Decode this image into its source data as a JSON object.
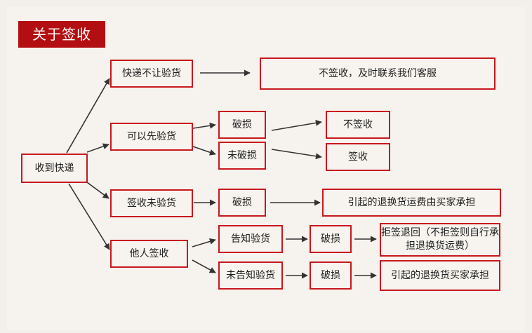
{
  "title": "关于签收",
  "nodes": {
    "root": "收到快递",
    "branch_no_inspect": "快递不让验货",
    "contact_service": "不签收，及时联系我们客服",
    "branch_inspect_first": "可以先验货",
    "damaged_1": "破损",
    "refuse_sign": "不签收",
    "not_damaged": "未破损",
    "sign": "签收",
    "branch_sign_no_inspect": "签收未验货",
    "damaged_2": "破损",
    "buyer_pays_1": "引起的退换货运费由买家承担",
    "branch_other_sign": "他人签收",
    "notified_inspect": "告知验货",
    "damaged_3": "破损",
    "refuse_return": "拒签退回（不拒签则自行承担退换货运费）",
    "not_notified_inspect": "未告知验货",
    "damaged_4": "破损",
    "buyer_pays_2": "引起的退换货买家承担"
  },
  "colors": {
    "title_bg": "#b30f12",
    "box_border": "#c8181d",
    "arrow": "#333333",
    "background": "#f3efea"
  }
}
